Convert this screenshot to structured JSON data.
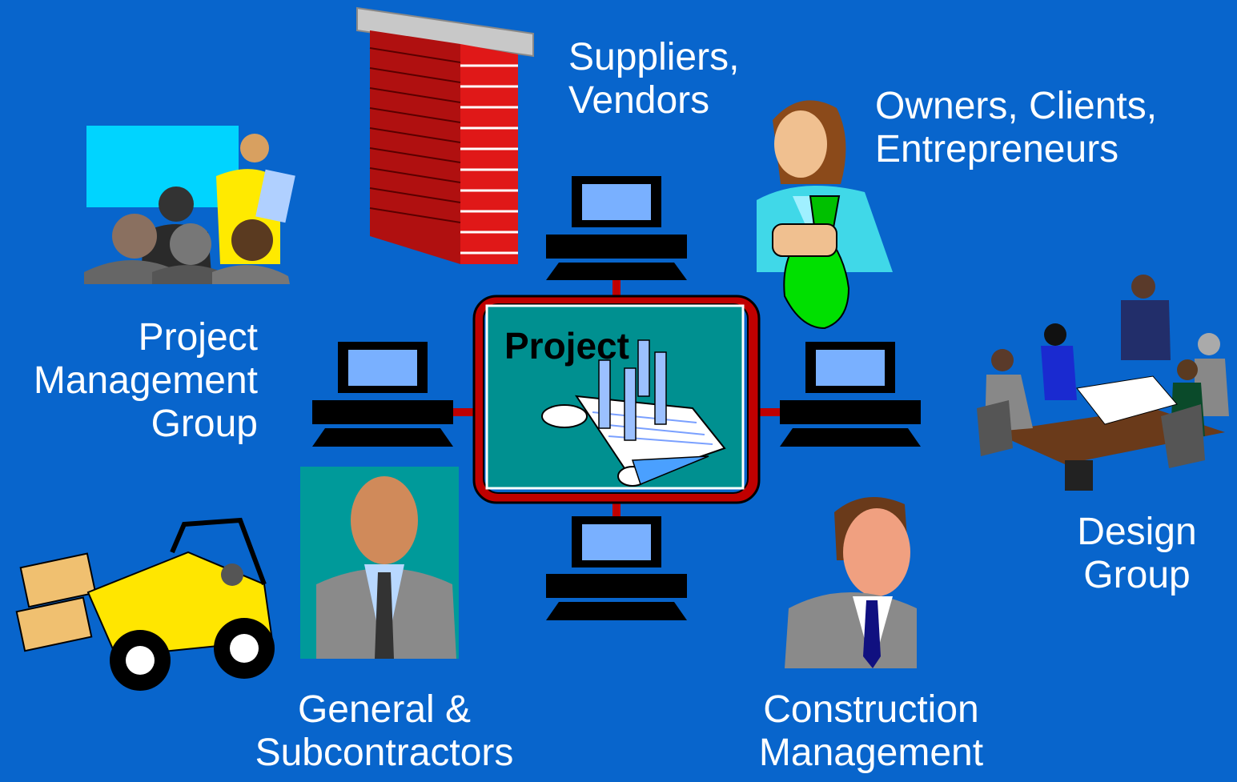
{
  "center": {
    "title": "Project"
  },
  "stakeholders": {
    "suppliers": {
      "line1": "Suppliers,",
      "line2": "Vendors"
    },
    "owners": {
      "line1": "Owners, Clients,",
      "line2": "Entrepreneurs"
    },
    "pm": {
      "line1": "Project",
      "line2": "Management",
      "line3": "Group"
    },
    "design": {
      "line1": "Design",
      "line2": "Group"
    },
    "general": {
      "line1": "General &",
      "line2": "Subcontractors"
    },
    "cm": {
      "line1": "Construction",
      "line2": "Management"
    }
  },
  "colors": {
    "background": "#0865cc",
    "network_ring": "#c00000",
    "project_panel": "#009090",
    "screen": "#79b0ff"
  },
  "icons": [
    "brick-wall-icon",
    "businesswoman-money-bag-icon",
    "presentation-meeting-icon",
    "conference-table-icon",
    "forklift-icon",
    "executive-portrait-icon",
    "businessman-portrait-icon",
    "computer-terminal-icon",
    "blueprint-icon"
  ]
}
